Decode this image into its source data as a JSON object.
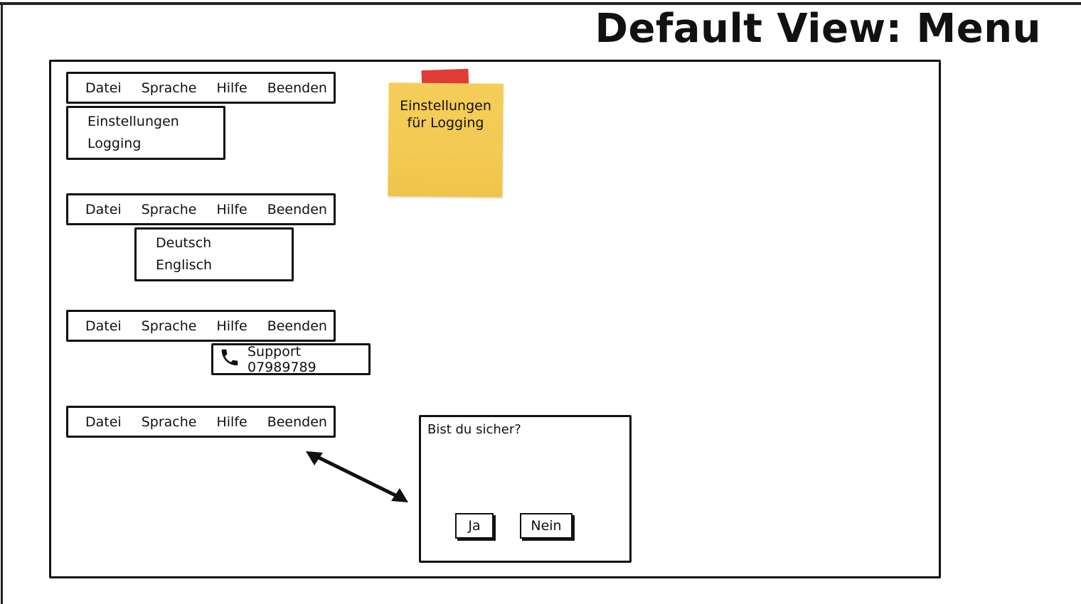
{
  "title": "Default View: Menu",
  "menubar": {
    "datei": "Datei",
    "sprache": "Sprache",
    "hilfe": "Hilfe",
    "beenden": "Beenden"
  },
  "datei_menu": {
    "einstellungen": "Einstellungen",
    "logging": "Logging"
  },
  "sprache_menu": {
    "deutsch": "Deutsch",
    "englisch": "Englisch"
  },
  "hilfe_menu": {
    "support": "Support 07989789",
    "icon": "phone-icon"
  },
  "sticky_note": {
    "line1": "Einstellungen",
    "line2": "für Logging"
  },
  "confirm_dialog": {
    "question": "Bist du sicher?",
    "yes": "Ja",
    "no": "Nein"
  },
  "colors": {
    "sticky": "#f3ca52",
    "tape": "#e03b35"
  }
}
